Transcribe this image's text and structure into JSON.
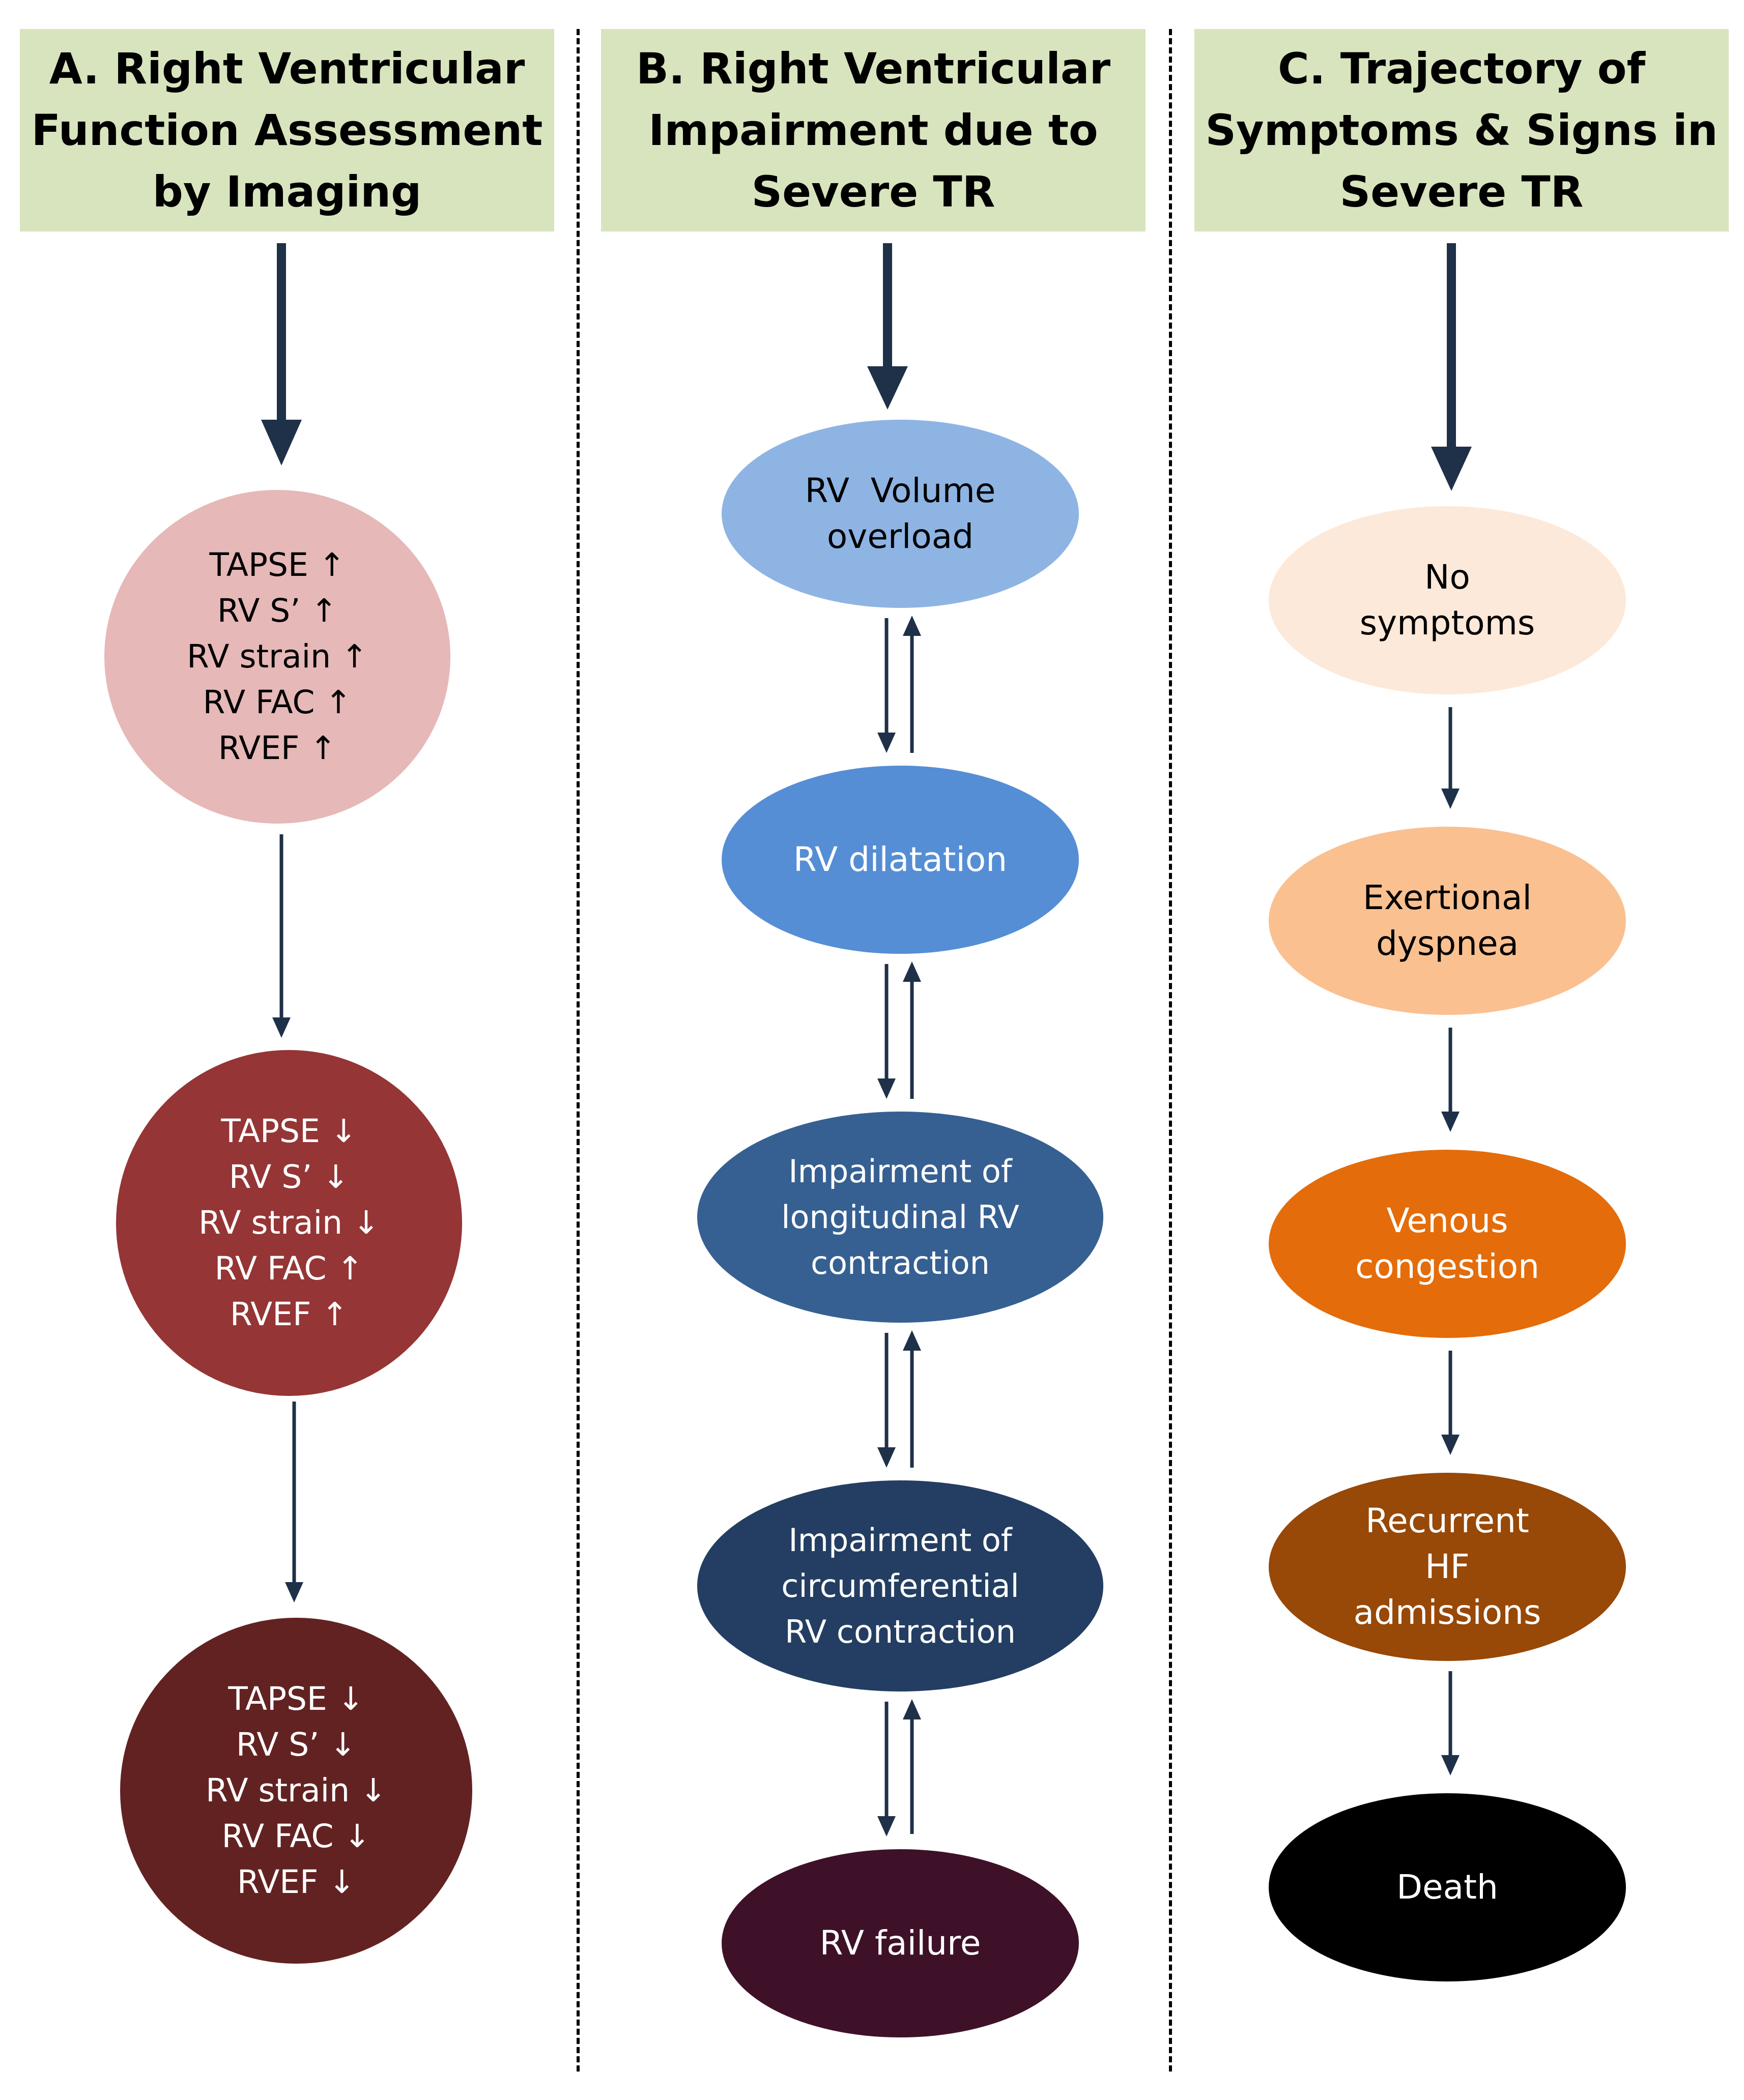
{
  "headers": {
    "a": [
      "A. Right Ventricular",
      "Function Assessment",
      "by Imaging"
    ],
    "b": [
      "B. Right Ventricular",
      "Impairment due to",
      "Severe TR"
    ],
    "c": [
      "C. Trajectory of",
      "Symptoms & Signs in",
      "Severe TR"
    ]
  },
  "colors": {
    "header_bg": "#d7e4bd",
    "arrow": "#1f3049",
    "a_nodes": [
      "#e6b8b8",
      "#953535",
      "#632222"
    ],
    "b_nodes": [
      "#8eb4e3",
      "#558ed5",
      "#366092",
      "#233e62",
      "#3f1129"
    ],
    "c_nodes": [
      "#fde9d9",
      "#fac090",
      "#e46c0a",
      "#984807",
      "#000000"
    ]
  },
  "column_a": {
    "nodes": [
      {
        "lines": [
          "TAPSE ↑",
          "RV S’ ↑",
          "RV strain ↑",
          "RV FAC ↑",
          "RVEF ↑"
        ]
      },
      {
        "lines": [
          "TAPSE ↓",
          "RV S’ ↓",
          "RV strain ↓",
          "RV FAC ↑",
          "RVEF ↑"
        ]
      },
      {
        "lines": [
          "TAPSE ↓",
          "RV S’ ↓",
          "RV strain ↓",
          "RV FAC ↓",
          "RVEF ↓"
        ]
      }
    ]
  },
  "column_b": {
    "nodes": [
      {
        "lines": [
          "RV  Volume",
          "overload"
        ]
      },
      {
        "lines": [
          "RV dilatation"
        ]
      },
      {
        "lines": [
          "Impairment of",
          "longitudinal RV",
          "contraction"
        ]
      },
      {
        "lines": [
          "Impairment of",
          "circumferential",
          "RV contraction"
        ]
      },
      {
        "lines": [
          "RV failure"
        ]
      }
    ]
  },
  "column_c": {
    "nodes": [
      {
        "lines": [
          "No",
          "symptoms"
        ]
      },
      {
        "lines": [
          "Exertional",
          "dyspnea"
        ]
      },
      {
        "lines": [
          "Venous",
          "congestion"
        ]
      },
      {
        "lines": [
          "Recurrent",
          "HF",
          "admissions"
        ]
      },
      {
        "lines": [
          "Death"
        ]
      }
    ]
  }
}
